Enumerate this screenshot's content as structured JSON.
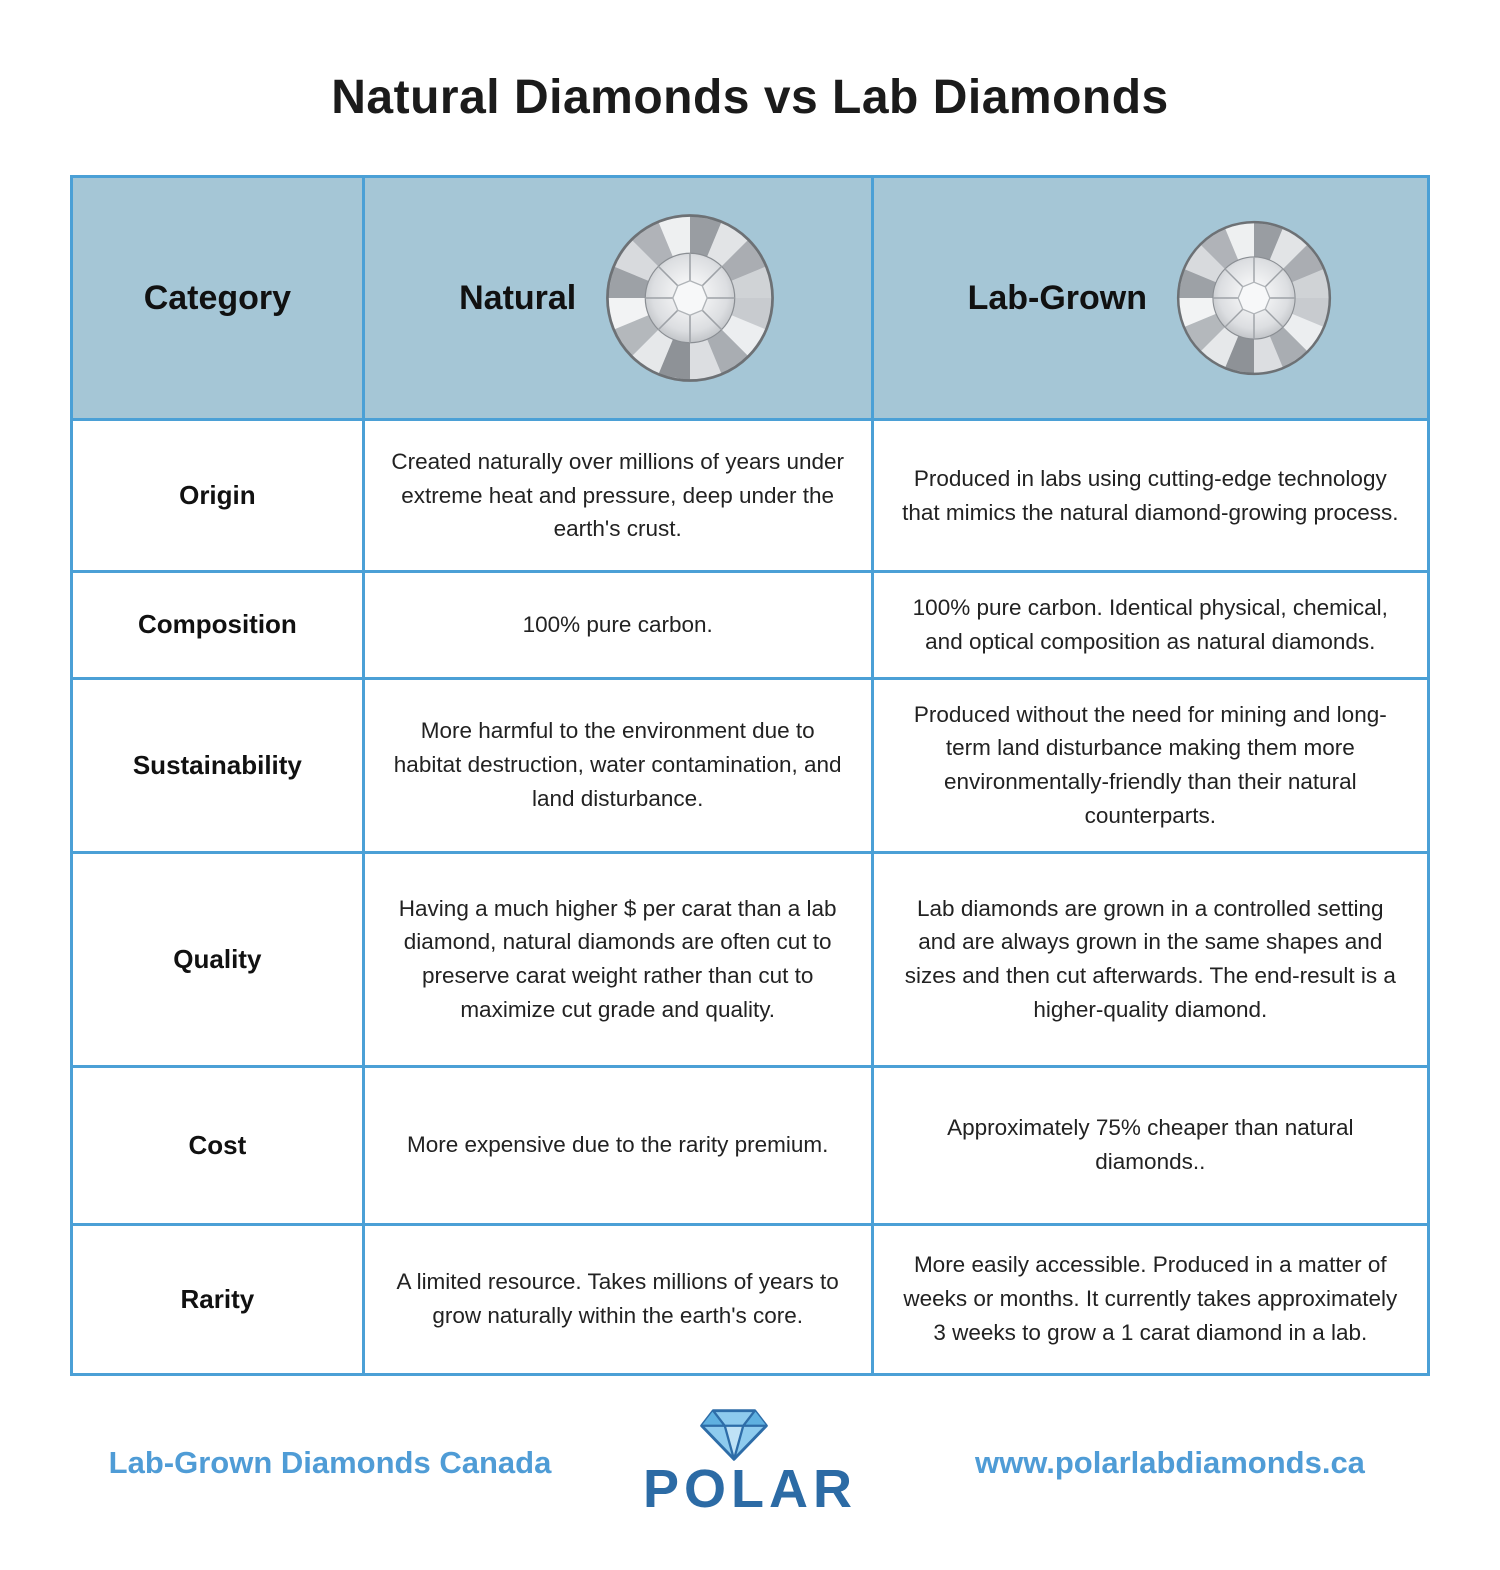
{
  "page": {
    "title": "Natural Diamonds vs Lab Diamonds"
  },
  "table": {
    "headers": {
      "category": "Category",
      "natural": "Natural",
      "lab_grown": "Lab-Grown"
    },
    "header_icons": {
      "natural": "round-brilliant-diamond-photo",
      "lab_grown": "round-brilliant-diamond-photo"
    },
    "rows": [
      {
        "category": "Origin",
        "natural": "Created naturally over millions of years under extreme heat and pressure, deep under the earth's crust.",
        "lab_grown": "Produced in labs using cutting-edge technology that mimics the natural diamond-growing process."
      },
      {
        "category": "Composition",
        "natural": "100% pure carbon.",
        "lab_grown": "100% pure carbon. Identical physical, chemical, and optical composition as natural diamonds."
      },
      {
        "category": "Sustainability",
        "natural": "More harmful to the environment due to habitat destruction, water contamination, and land disturbance.",
        "lab_grown": "Produced without the need for mining and long-term land disturbance making them more environmentally-friendly than their natural counterparts."
      },
      {
        "category": "Quality",
        "natural": "Having a much higher $ per carat than a lab diamond, natural diamonds are often cut to preserve carat weight rather than cut to maximize cut grade and quality.",
        "lab_grown": "Lab diamonds are grown in a controlled setting and are always grown in the same shapes and sizes and then cut afterwards. The end-result is a higher-quality diamond."
      },
      {
        "category": "Cost",
        "natural": "More expensive due to the rarity premium.",
        "lab_grown": "Approximately 75% cheaper than natural diamonds.."
      },
      {
        "category": "Rarity",
        "natural": "A limited resource. Takes millions of years to grow naturally within the earth's core.",
        "lab_grown": "More easily accessible. Produced in a matter of weeks or months. It currently takes approximately 3 weeks to grow a 1 carat diamond in a lab."
      }
    ]
  },
  "footer": {
    "left_text": "Lab-Grown Diamonds Canada",
    "logo_text": "POLAR",
    "logo_icon": "diamond-icon",
    "right_text": "www.polarlabdiamonds.ca"
  },
  "colors": {
    "header_background": "#a5c6d6",
    "table_border": "#4ba0d6",
    "footer_accent": "#4f9cd6",
    "logo_blue": "#2c6ba5",
    "title_text": "#1b1b1b"
  }
}
